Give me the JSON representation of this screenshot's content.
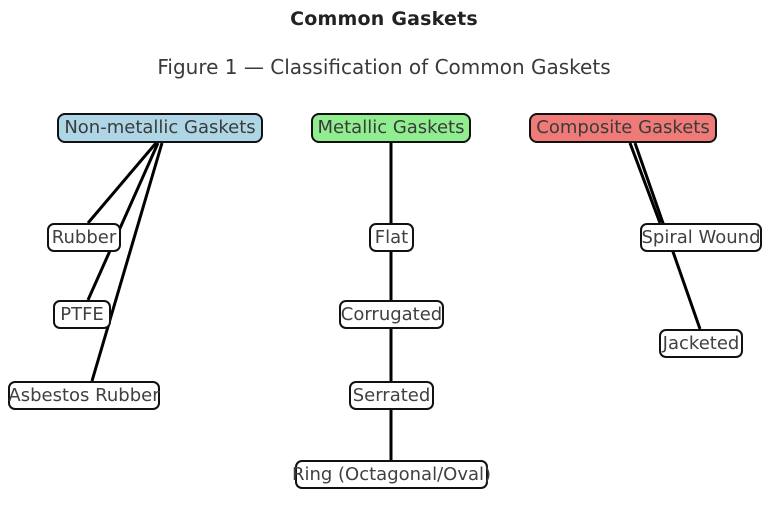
{
  "figure": {
    "title": "Common Gaskets",
    "subtitle": "Figure 1 — Classification of Common Gaskets",
    "background": "#ffffff",
    "edge_color": "#000000",
    "node_border_color": "#111111",
    "node_text_color": "#404040"
  },
  "nodes": {
    "non_metallic": {
      "label": "Non-metallic Gaskets",
      "fill": "#aed6e6"
    },
    "metallic": {
      "label": "Metallic Gaskets",
      "fill": "#90ee90"
    },
    "composite": {
      "label": "Composite Gaskets",
      "fill": "#ef7a77"
    },
    "rubber": {
      "label": "Rubber",
      "fill": "#ffffff"
    },
    "ptfe": {
      "label": "PTFE",
      "fill": "#ffffff"
    },
    "asbestos_rubber": {
      "label": "Asbestos Rubber",
      "fill": "#ffffff"
    },
    "flat": {
      "label": "Flat",
      "fill": "#ffffff"
    },
    "corrugated": {
      "label": "Corrugated",
      "fill": "#ffffff"
    },
    "serrated": {
      "label": "Serrated",
      "fill": "#ffffff"
    },
    "ring": {
      "label": "Ring (Octagonal/Oval)",
      "fill": "#ffffff"
    },
    "spiral_wound": {
      "label": "Spiral Wound",
      "fill": "#ffffff"
    },
    "jacketed": {
      "label": "Jacketed",
      "fill": "#ffffff"
    }
  },
  "chart_data": {
    "type": "diagram",
    "title": "Common Gaskets",
    "subtitle": "Figure 1 — Classification of Common Gaskets",
    "layout": "three-column hierarchical tree",
    "categories": [
      {
        "root": "Non-metallic Gaskets",
        "color": "#aed6e6",
        "children": [
          "Rubber",
          "PTFE",
          "Asbestos Rubber"
        ],
        "edge_style": "fan from single root anchor"
      },
      {
        "root": "Metallic Gaskets",
        "color": "#90ee90",
        "children": [
          "Flat",
          "Corrugated",
          "Serrated",
          "Ring (Octagonal/Oval)"
        ],
        "edge_style": "straight vertical chain"
      },
      {
        "root": "Composite Gaskets",
        "color": "#ef7a77",
        "children": [
          "Spiral Wound",
          "Jacketed"
        ],
        "edge_style": "fan from single root anchor"
      }
    ],
    "edges": [
      {
        "from": "Non-metallic Gaskets",
        "to": "Rubber"
      },
      {
        "from": "Non-metallic Gaskets",
        "to": "PTFE"
      },
      {
        "from": "Non-metallic Gaskets",
        "to": "Asbestos Rubber"
      },
      {
        "from": "Metallic Gaskets",
        "to": "Flat"
      },
      {
        "from": "Flat",
        "to": "Corrugated"
      },
      {
        "from": "Corrugated",
        "to": "Serrated"
      },
      {
        "from": "Serrated",
        "to": "Ring (Octagonal/Oval)"
      },
      {
        "from": "Composite Gaskets",
        "to": "Spiral Wound"
      },
      {
        "from": "Composite Gaskets",
        "to": "Jacketed"
      }
    ]
  }
}
